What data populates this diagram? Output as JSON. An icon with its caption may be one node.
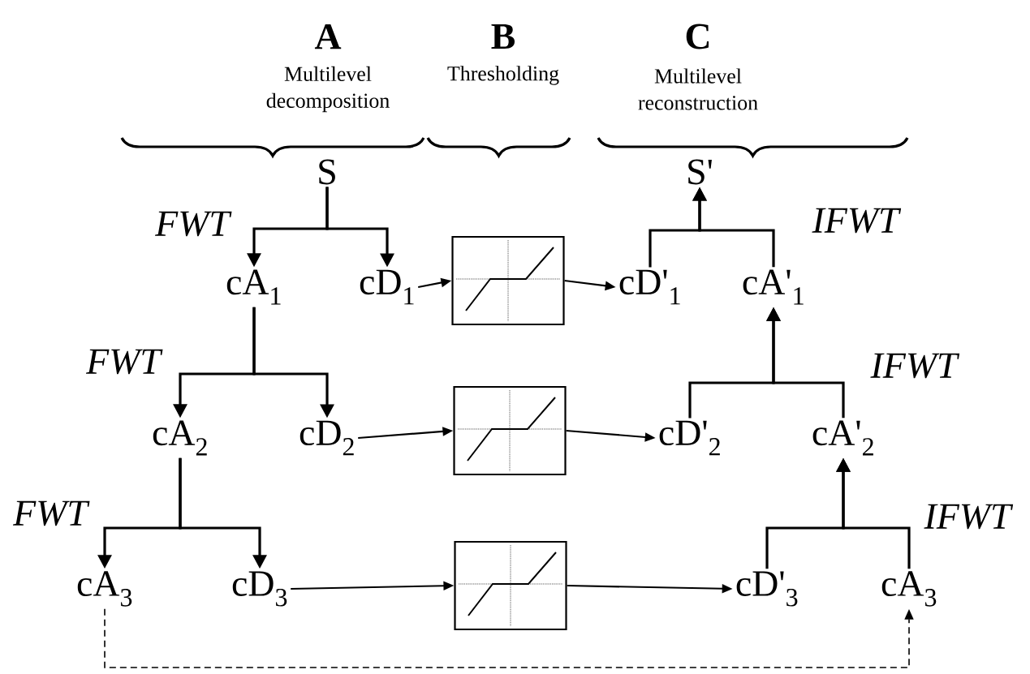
{
  "diagram": {
    "nodes": [
      {
        "text": [
          "S"
        ]
      },
      {
        "text": [
          "S'"
        ]
      },
      {
        "text": [
          "cA$_{1}$"
        ]
      },
      {
        "text": [
          "cD$_{1}$"
        ]
      },
      {
        "text": [],
        "shape": "picture"
      },
      {
        "text": [
          "cD'$_{1}$"
        ]
      },
      {
        "text": [
          "cA'$_{1}$"
        ]
      },
      {
        "text": [
          "cA$_{2}$"
        ]
      },
      {
        "text": [
          "cD$_{2}$"
        ]
      },
      {
        "text": [],
        "shape": "picture"
      },
      {
        "text": [
          "cD'$_{2}$"
        ]
      },
      {
        "text": [
          "cA'$_{2}$"
        ]
      },
      {
        "text": [
          "cA$_{3}$"
        ]
      },
      {
        "text": [
          "cD$_{3}$"
        ]
      },
      {
        "text": [],
        "shape": "picture"
      },
      {
        "text": [
          "cD'$_{3}$"
        ]
      },
      {
        "text": [
          "cA$_{3}$"
        ]
      }
    ],
    "edges": [
      {
        "from": 0,
        "to": 2,
        "arrow": "to"
      },
      {
        "from": 0,
        "to": 3,
        "arrow": "to"
      },
      {
        "from": 3,
        "to": 4,
        "arrow": "to"
      },
      {
        "from": 4,
        "to": 5,
        "arrow": "to"
      },
      {
        "from": 5,
        "to": 1,
        "arrow": "to"
      },
      {
        "from": 6,
        "to": 1,
        "arrow": "to"
      },
      {
        "from": 2,
        "to": 7,
        "arrow": "to"
      },
      {
        "from": 2,
        "to": 8,
        "arrow": "to"
      },
      {
        "from": 8,
        "to": 9,
        "arrow": "to"
      },
      {
        "from": 9,
        "to": 10,
        "arrow": "to"
      },
      {
        "from": 10,
        "to": 6,
        "arrow": "to"
      },
      {
        "from": 11,
        "to": 6,
        "arrow": "to"
      },
      {
        "from": 7,
        "to": 12,
        "arrow": "to"
      },
      {
        "from": 7,
        "to": 13,
        "arrow": "to"
      },
      {
        "from": 13,
        "to": 14,
        "arrow": "to"
      },
      {
        "from": 14,
        "to": 15,
        "arrow": "to"
      },
      {
        "from": 15,
        "to": 11,
        "arrow": "to"
      },
      {
        "from": 16,
        "to": 11,
        "arrow": "to"
      },
      {
        "from": 12,
        "to": 16,
        "arrow": "to",
        "style": "dashed"
      }
    ],
    "labels": [
      "A",
      "B",
      "C",
      "Multilevel decomposition",
      "Thresholding",
      "Multilevel reconstruction",
      "FWT",
      "IFWT",
      "FWT",
      "IFWT",
      "FWT",
      "IFWT"
    ]
  }
}
